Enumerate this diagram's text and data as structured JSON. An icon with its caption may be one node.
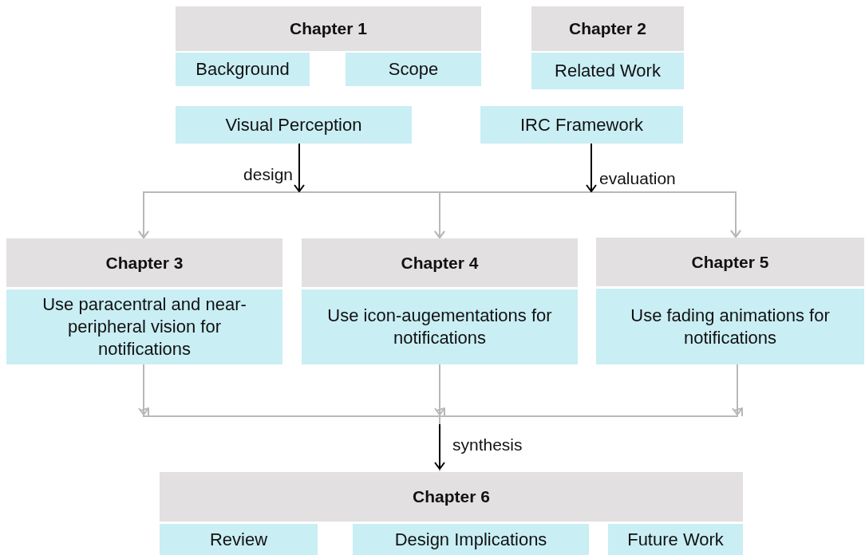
{
  "diagram": {
    "nodes": [
      {
        "text": [
          "Chapter 1"
        ]
      },
      {
        "text": [
          "Background"
        ]
      },
      {
        "text": [
          "Scope"
        ]
      },
      {
        "text": [
          "Chapter 2"
        ]
      },
      {
        "text": [
          "Related Work"
        ]
      },
      {
        "text": [
          "Visual Perception"
        ]
      },
      {
        "text": [
          "IRC Framework"
        ]
      },
      {
        "text": [
          "Chapter 3"
        ]
      },
      {
        "text": [
          "Use paracentral and near-peripheral vision for notifications"
        ]
      },
      {
        "text": [
          "Chapter 4"
        ]
      },
      {
        "text": [
          "Use icon-augementations for notifications"
        ]
      },
      {
        "text": [
          "Chapter 5"
        ]
      },
      {
        "text": [
          "Use fading animations for notifications"
        ]
      },
      {
        "text": [
          "Chapter 6"
        ]
      },
      {
        "text": [
          "Review"
        ]
      },
      {
        "text": [
          "Design Implications"
        ]
      },
      {
        "text": [
          "Future Work"
        ]
      }
    ],
    "edges": [
      {
        "from": 5,
        "to": 7,
        "arrow": "to",
        "label": "design"
      },
      {
        "from": 5,
        "to": 9,
        "arrow": "to"
      },
      {
        "from": 5,
        "to": 11,
        "arrow": "to"
      },
      {
        "from": 6,
        "to": 7,
        "arrow": "to"
      },
      {
        "from": 6,
        "to": 9,
        "arrow": "to",
        "label": "evaluation"
      },
      {
        "from": 6,
        "to": 11,
        "arrow": "to"
      },
      {
        "from": 8,
        "to": 13,
        "arrow": "to"
      },
      {
        "from": 10,
        "to": 13,
        "arrow": "to",
        "label": "synthesis"
      },
      {
        "from": 12,
        "to": 13,
        "arrow": "to"
      }
    ]
  }
}
